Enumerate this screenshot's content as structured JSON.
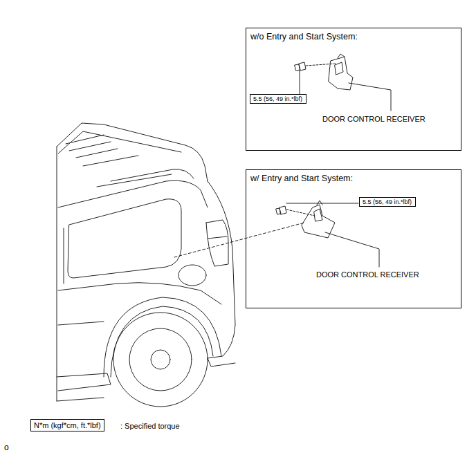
{
  "diagram": {
    "nodes": [
      {
        "text": [
          "w/o Entry and Start System:"
        ]
      },
      {
        "text": [
          "5.5 (56, 49 in.*lbf)"
        ],
        "in": 0
      },
      {
        "text": [
          "w/ Entry and Start System:"
        ]
      },
      {
        "text": [
          "5.5 (56, 49 in.*lbf)"
        ],
        "in": 2
      },
      {
        "text": [
          "N*m (kgf*cm, ft.*lbf)"
        ]
      }
    ],
    "labels": [
      "DOOR CONTROL RECEIVER",
      "DOOR CONTROL RECEIVER",
      ": Specified torque",
      "o"
    ]
  }
}
